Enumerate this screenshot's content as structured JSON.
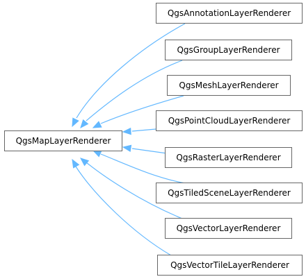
{
  "diagram": {
    "base_class": "QgsMapLayerRenderer",
    "derived_classes": [
      "QgsAnnotationLayerRenderer",
      "QgsGroupLayerRenderer",
      "QgsMeshLayerRenderer",
      "QgsPointCloudLayerRenderer",
      "QgsRasterLayerRenderer",
      "QgsTiledSceneLayerRenderer",
      "QgsVectorLayerRenderer",
      "QgsVectorTileLayerRenderer"
    ],
    "colors": {
      "edge": "#63b8ff",
      "node_border": "#666666",
      "background": "#ffffff"
    }
  }
}
